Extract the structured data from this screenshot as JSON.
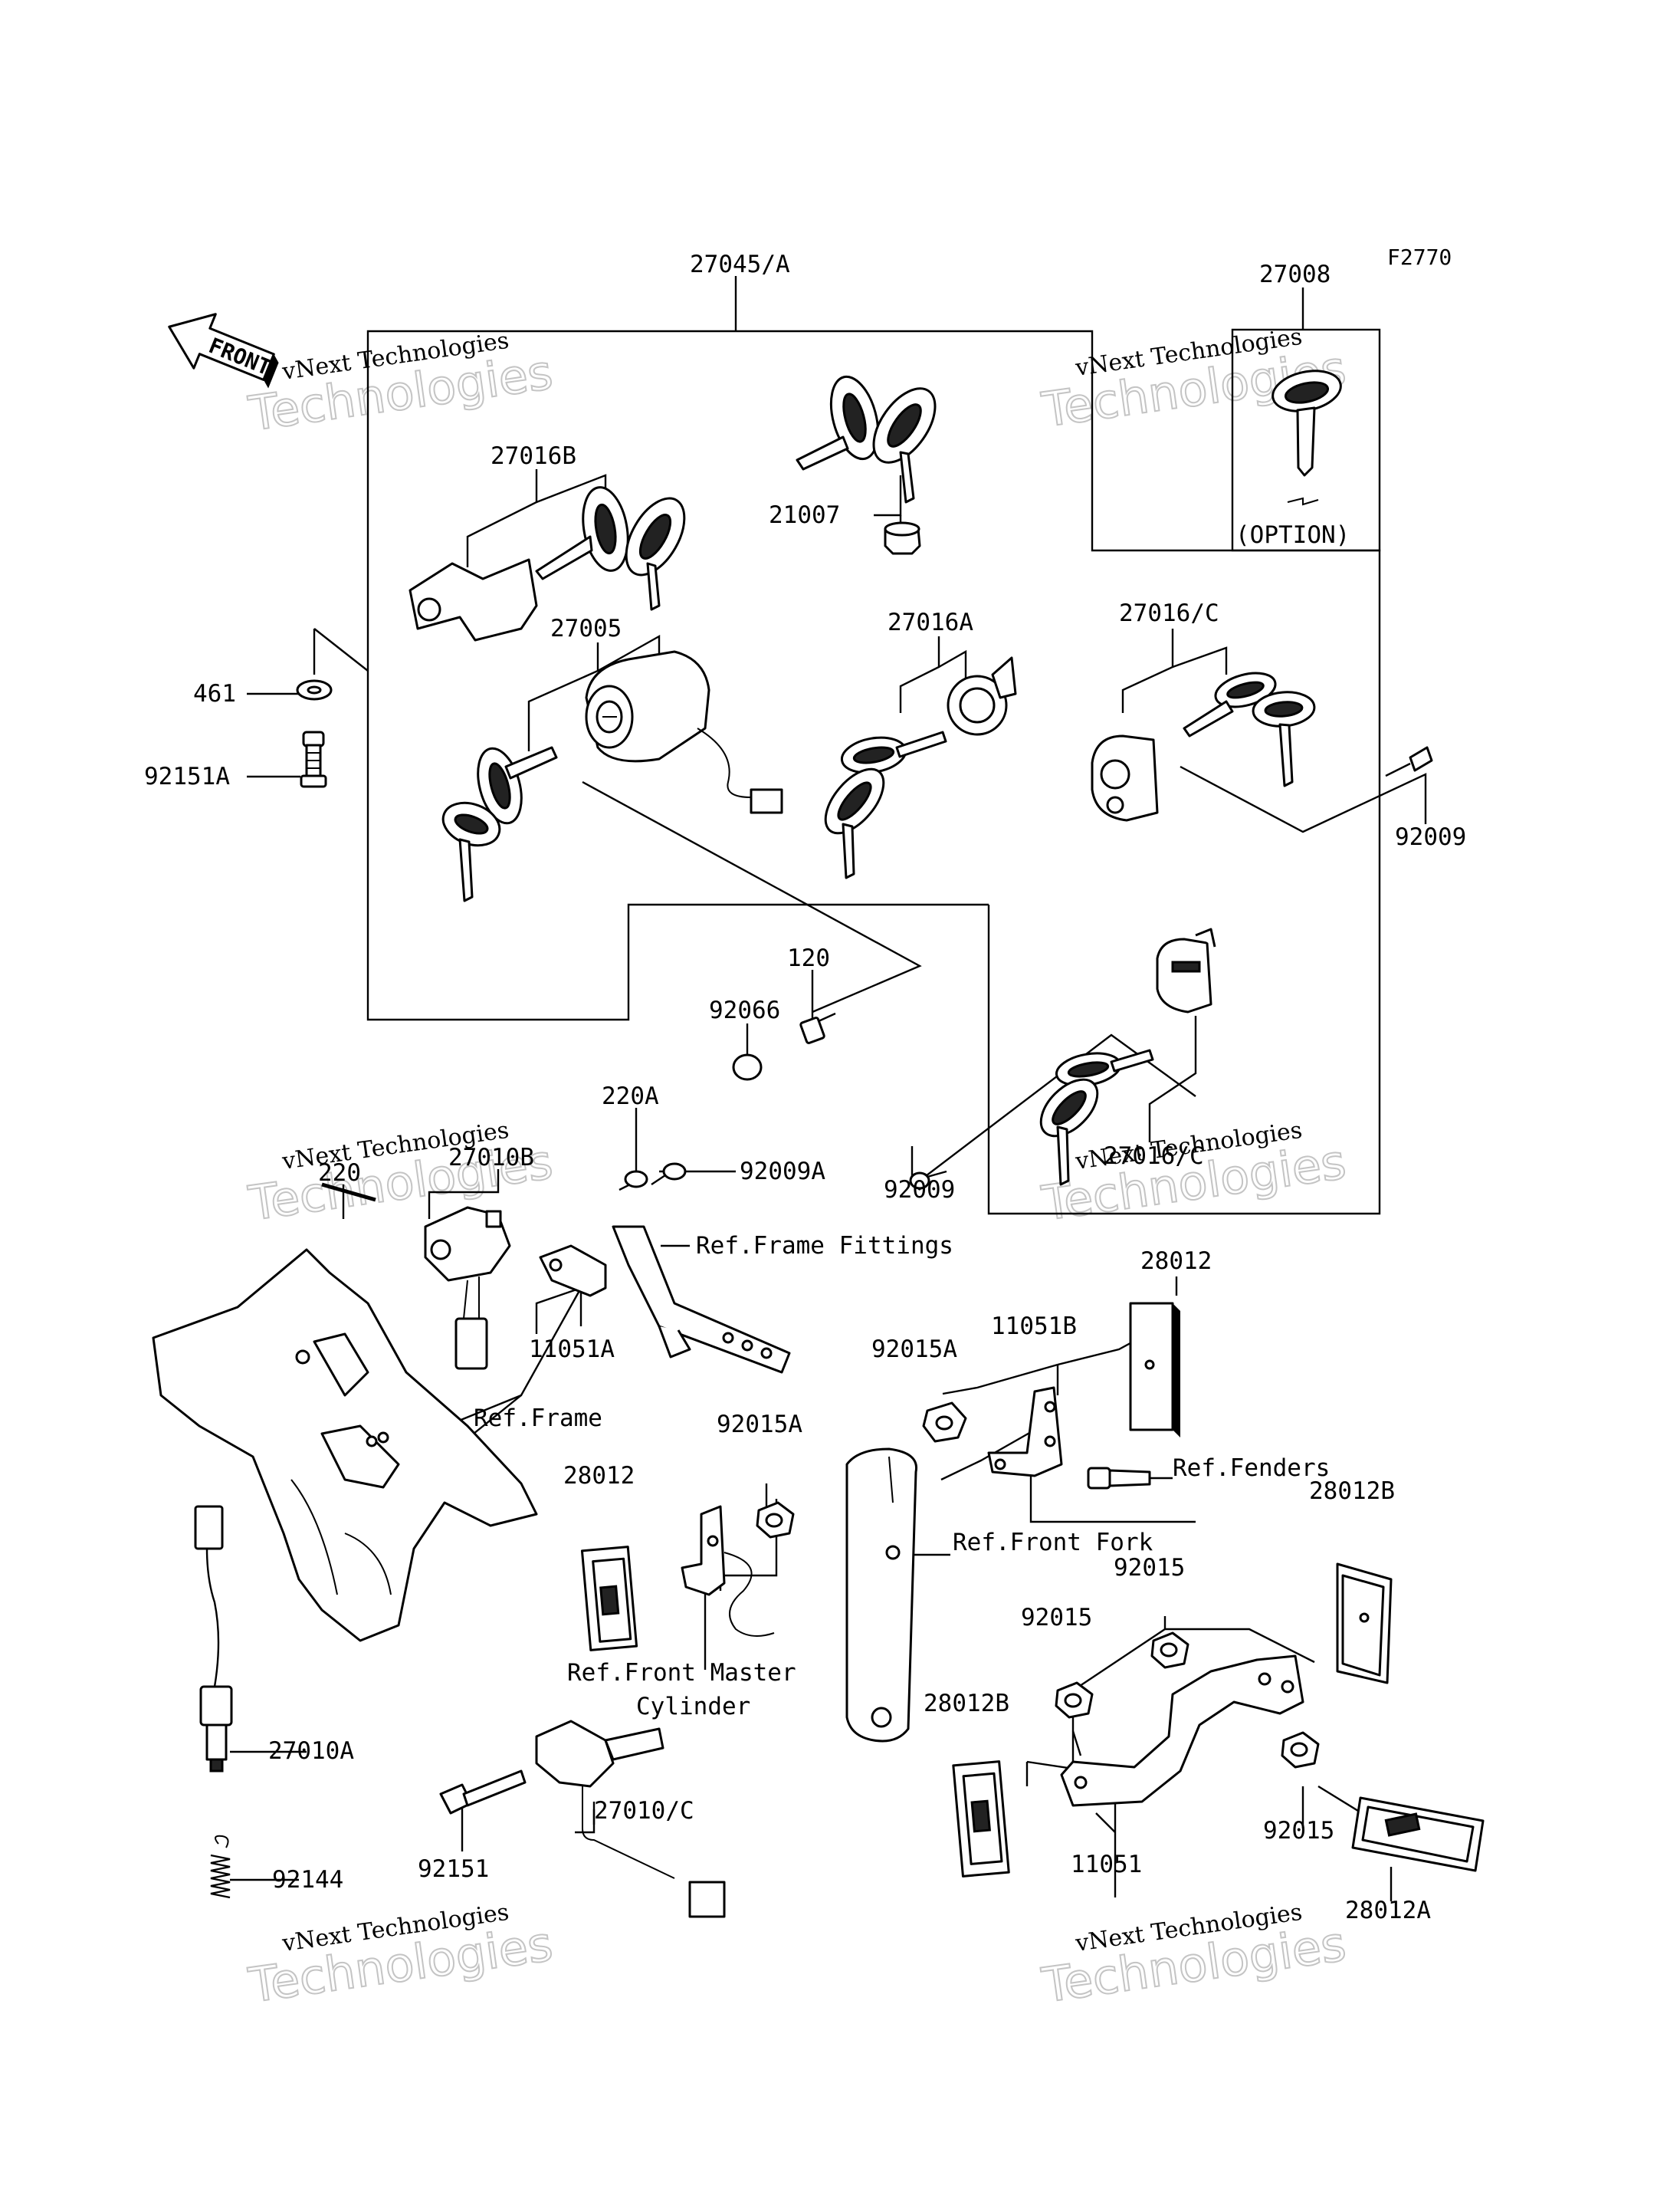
{
  "figure_code": "F2770",
  "front_label": "FRONT",
  "watermark": {
    "line1": "vNext Technologies",
    "line2": "Technologies"
  },
  "labels": {
    "p27045A": "27045/A",
    "p27008": "27008",
    "option": "(OPTION)",
    "p27016B": "27016B",
    "p21007": "21007",
    "p27005": "27005",
    "p27016A": "27016A",
    "p27016C_top": "27016/C",
    "p461": "461",
    "p92151A": "92151A",
    "p92009_right": "92009",
    "p120": "120",
    "p92066": "92066",
    "p92009_mid": "92009",
    "p27016C_bot": "27016/C",
    "p220A": "220A",
    "p220": "220",
    "p27010B": "27010B",
    "p92009A": "92009A",
    "ref_frame_fittings": "Ref.Frame Fittings",
    "p11051A": "11051A",
    "ref_frame": "Ref.Frame",
    "p28012_top": "28012",
    "p92015A_r": "92015A",
    "p11051B": "11051B",
    "p92015A_l": "92015A",
    "ref_fenders": "Ref.Fenders",
    "p28012_left": "28012",
    "p28012B_r": "28012B",
    "ref_front_fork": "Ref.Front Fork",
    "p92015_a": "92015",
    "p92015_b": "92015",
    "ref_front_master": "Ref.Front Master",
    "cylinder": "Cylinder",
    "p27010A": "27010A",
    "p28012B_l": "28012B",
    "p27010C": "27010/C",
    "p92151": "92151",
    "p11051": "11051",
    "p92015_c": "92015",
    "p28012A": "28012A",
    "p92144": "92144"
  }
}
